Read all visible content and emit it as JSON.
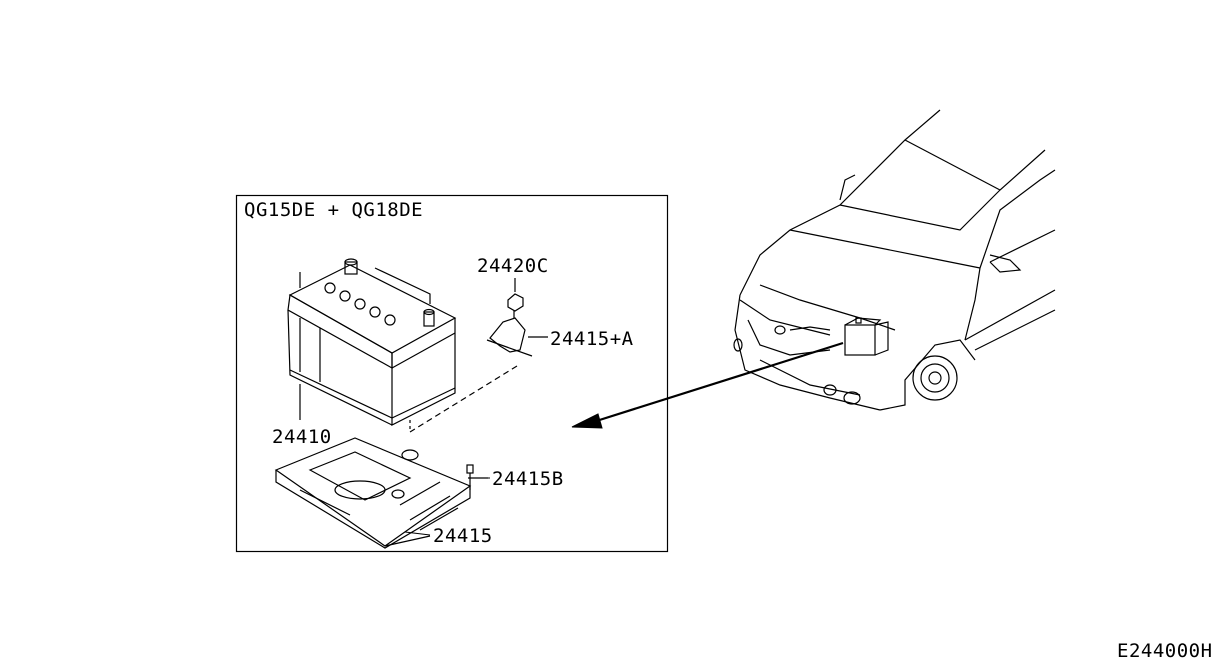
{
  "inset": {
    "engine_label": "QG15DE + QG18DE",
    "parts": [
      {
        "number": "24420C",
        "name": "nut"
      },
      {
        "number": "24415+A",
        "name": "hold-down-clamp"
      },
      {
        "number": "24410",
        "name": "battery"
      },
      {
        "number": "24415B",
        "name": "bolt"
      },
      {
        "number": "24415",
        "name": "battery-tray"
      }
    ]
  },
  "diagram_code": "E244000H",
  "colors": {
    "line": "#000000",
    "background": "#ffffff"
  }
}
